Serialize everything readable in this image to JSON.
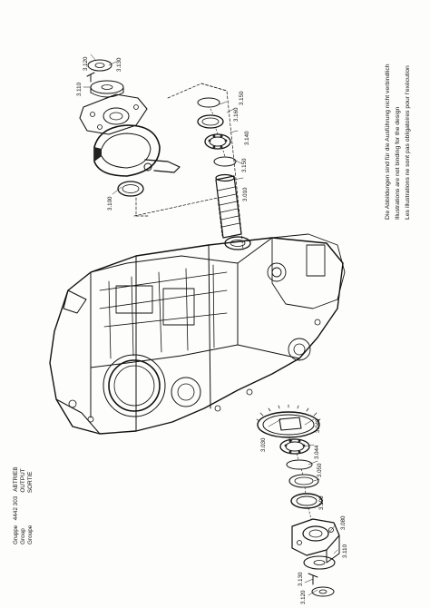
{
  "group_labels": [
    {
      "label": "Gruppe",
      "code": "4442 303",
      "title": "ABTRIEB"
    },
    {
      "label": "Group",
      "code": "",
      "title": "OUTPUT"
    },
    {
      "label": "Groupe",
      "code": "",
      "title": "SORTIE"
    }
  ],
  "disclaimer": [
    "Die Abbildungen sind für die Ausführung nicht verbindlich",
    "Illustrations are not binding for the design",
    "Les illustrations ne sont pas obligatoires pour l'exécution"
  ],
  "callouts": {
    "c3120_top": "3.120",
    "c3130_top": "3.130",
    "c3110_top": "3.110",
    "c3100": "3.100",
    "c3150_top": "3.150",
    "c3160": "3.160",
    "c3140": "3.140",
    "c3150_mid": "3.150",
    "c3010": "3.010",
    "c3030": "3.030",
    "c3040": "3.040",
    "c3044": "3.044",
    "c3050": "3.050",
    "c3100_bot": "3.100",
    "c3080": "3.080",
    "c3110_bot": "3.110",
    "c3130_bot": "3.130",
    "c3120_bot": "3.120"
  }
}
